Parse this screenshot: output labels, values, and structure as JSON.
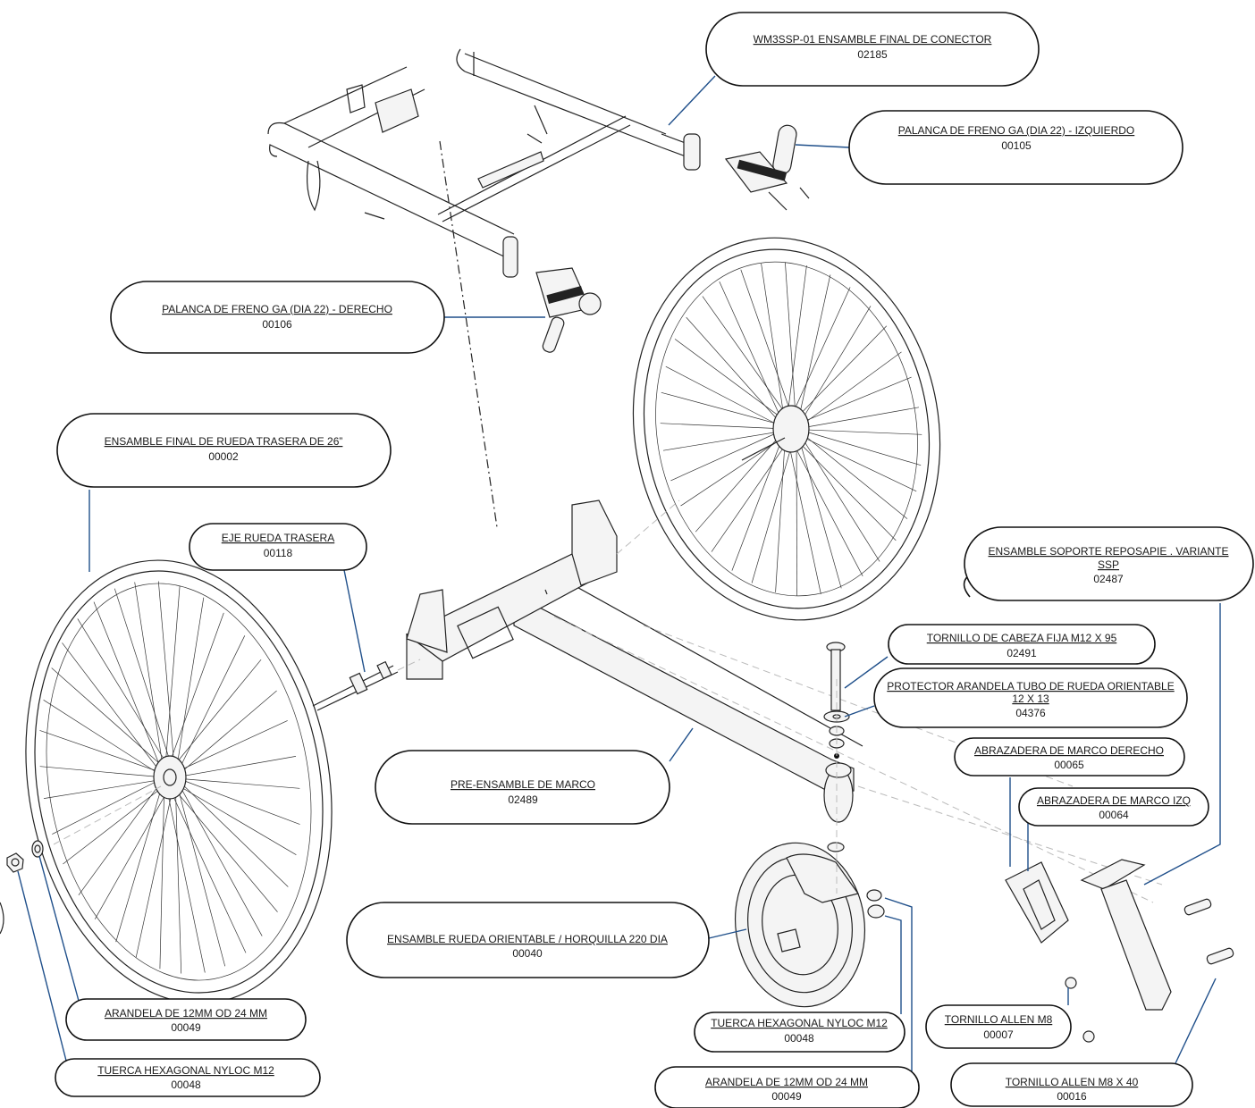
{
  "callouts": [
    {
      "id": "conector",
      "name": "WM3SSP-01 ENSAMBLE FINAL DE CONECTOR",
      "code": "02185"
    },
    {
      "id": "palanca_izq",
      "name": "PALANCA DE FRENO GA (DIA 22) - IZQUIERDO",
      "code": "00105"
    },
    {
      "id": "palanca_der",
      "name": "PALANCA DE FRENO GA (DIA 22) - DERECHO",
      "code": "00106"
    },
    {
      "id": "rueda_trasera",
      "name": "ENSAMBLE FINAL DE RUEDA TRASERA DE 26”",
      "code": "00002"
    },
    {
      "id": "eje",
      "name": "EJE  RUEDA TRASERA",
      "code": "00118"
    },
    {
      "id": "reposapie",
      "name_lines": [
        "ENSAMBLE SOPORTE REPOSAPIE . VARIANTE",
        "SSP"
      ],
      "code": "02487"
    },
    {
      "id": "tornillo_fija",
      "name": "TORNILLO DE CABEZA FIJA M12 X 95",
      "code": "02491"
    },
    {
      "id": "protector",
      "name_lines": [
        "PROTECTOR ARANDELA TUBO DE RUEDA ORIENTABLE",
        "12 X 13"
      ],
      "code": "04376"
    },
    {
      "id": "abrazadera_der",
      "name": "ABRAZADERA DE MARCO DERECHO",
      "code": "00065"
    },
    {
      "id": "abrazadera_izq",
      "name": "ABRAZADERA DE MARCO IZQ",
      "code": "00064"
    },
    {
      "id": "marco",
      "name": "PRE-ENSAMBLE DE MARCO",
      "code": "02489"
    },
    {
      "id": "rueda_orientable",
      "name": "ENSAMBLE RUEDA ORIENTABLE / HORQUILLA 220 DIA",
      "code": "00040"
    },
    {
      "id": "tuerca_der",
      "name": "TUERCA HEXAGONAL NYLOC M12",
      "code": "00048"
    },
    {
      "id": "arandela_der",
      "name": "ARANDELA DE 12MM OD 24 MM",
      "code": "00049"
    },
    {
      "id": "allen_m8",
      "name": "TORNILLO ALLEN M8",
      "code": "00007"
    },
    {
      "id": "allen_m8x40",
      "name": "TORNILLO ALLEN M8 X 40",
      "code": "00016"
    },
    {
      "id": "arandela_izq",
      "name": "ARANDELA DE 12MM OD 24 MM",
      "code": "00049"
    },
    {
      "id": "tuerca_izq",
      "name": "TUERCA HEXAGONAL NYLOC M12",
      "code": "00048"
    }
  ]
}
